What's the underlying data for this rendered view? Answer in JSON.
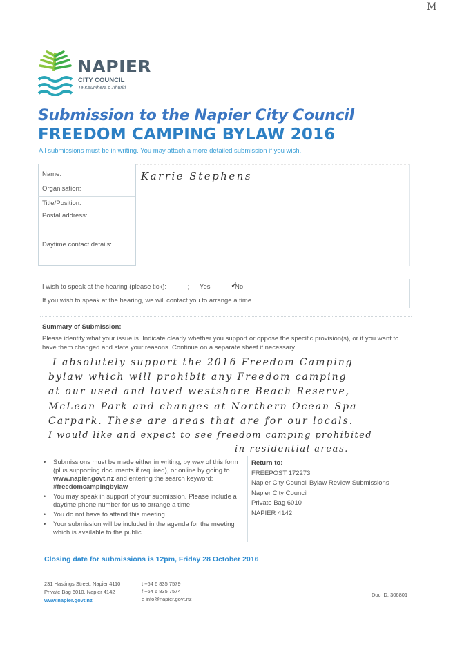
{
  "corner_mark": "M",
  "logo": {
    "word": "NAPIER",
    "sub": "CITY COUNCIL",
    "tagline": "Te Kaunihera o Ahuriri"
  },
  "title_line1": "Submission to the Napier City Council",
  "title_line2": "FREEDOM CAMPING BYLAW 2016",
  "subtitle": "All submissions must be in writing.  You may attach a more detailed submission if you wish.",
  "contact": {
    "name_label": "Name:",
    "name_value": "Karrie Stephens",
    "organisation_label": "Organisation:",
    "title_label": "Title/Position:",
    "postal_label": "Postal address:",
    "daytime_label": "Daytime contact details:"
  },
  "hearing": {
    "question": "I wish to speak at the hearing (please tick):",
    "yes_label": "Yes",
    "no_label": "No",
    "tick_mark": "✓",
    "selected": "No",
    "note": "If you wish to speak at the hearing, we will contact you to arrange a time."
  },
  "summary": {
    "heading": "Summary of Submission:",
    "instructions": "Please identify what your issue is. Indicate clearly whether you support or oppose the specific provision(s), or if you want to have them changed and state your reasons. Continue on a separate sheet if necessary.",
    "handwritten_lines": [
      "I absolutely support the 2016 Freedom Camping",
      "bylaw which will prohibit any Freedom camping",
      "at our used and loved westshore Beach Reserve,",
      "McLean Park and changes at Northern Ocean Spa",
      "Carpark. These are areas that are for our locals.",
      "I would like and expect to see freedom camping prohibited",
      "in residential areas."
    ]
  },
  "bullets": {
    "b1_pre": "Submissions must be made either in writing, by way of this form (plus supporting documents if required), or online by going to ",
    "b1_site": "www.napier.govt.nz",
    "b1_mid": " and entering the search keyword: ",
    "b1_kw": "#freedomcampingbylaw",
    "b2": "You may speak in support of your submission. Please include a daytime phone number for us to arrange a time",
    "b3": "You do not have to attend this meeting",
    "b4": "Your submission will be included in the agenda for the meeting which is available to the public."
  },
  "return_to": {
    "heading": "Return to:",
    "line1": "FREEPOST 172273",
    "line2": "Napier City Council Bylaw Review Submissions",
    "line3": "Napier City Council",
    "line4": "Private Bag 6010",
    "line5": "NAPIER 4142"
  },
  "closing": "Closing date for submissions is 12pm, Friday 28 October 2016",
  "footer": {
    "addr1": "231 Hastings Street, Napier 4110",
    "addr2": "Private Bag 6010, Napier 4142",
    "web": "www.napier.govt.nz",
    "phone": "t +64 6 835 7579",
    "fax": "f +64 6 835 7574",
    "email": "e info@napier.govt.nz",
    "doc_id": "Doc ID: 306801"
  },
  "colors": {
    "brand_blue": "#2d80c4",
    "logo_green": "#8cc63f",
    "logo_teal": "#2aa6b8",
    "logo_grey": "#4d5f6e"
  }
}
